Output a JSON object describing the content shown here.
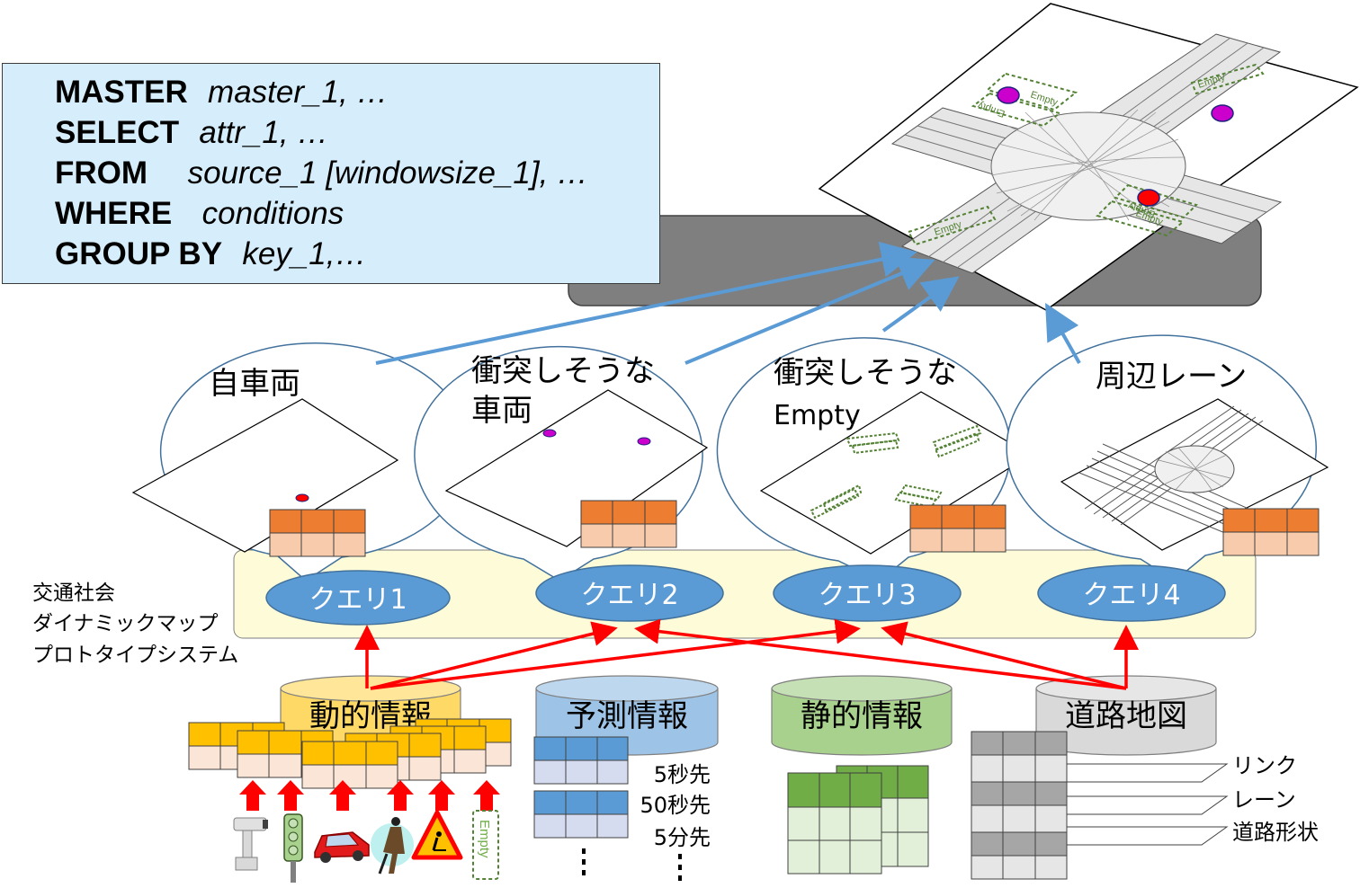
{
  "sql": {
    "lines": [
      {
        "keyword": "MASTER",
        "args": "master_1, …"
      },
      {
        "keyword": "SELECT",
        "args": "attr_1, …"
      },
      {
        "keyword": "FROM",
        "args": "source_1 [windowsize_1], …"
      },
      {
        "keyword": "WHERE",
        "args": "conditions"
      },
      {
        "keyword": "GROUP BY",
        "args": "key_1,…"
      }
    ]
  },
  "map_labels": {
    "empty": "Empty"
  },
  "bubbles": {
    "own_vehicle": "自車両",
    "collision_vehicle_line1": "衝突しそうな",
    "collision_vehicle_line2": "車両",
    "collision_empty_line1": "衝突しそうな",
    "collision_empty_line2": "Empty",
    "surrounding_lanes": "周辺レーン"
  },
  "queries": [
    "クエリ1",
    "クエリ2",
    "クエリ3",
    "クエリ4"
  ],
  "system_label": [
    "交通社会",
    "ダイナミックマップ",
    "プロトタイプシステム"
  ],
  "databases": {
    "dynamic": "動的情報",
    "prediction": "予測情報",
    "static": "静的情報",
    "road_map": "道路地図"
  },
  "prediction_labels": [
    "5秒先",
    "50秒先",
    "5分先"
  ],
  "road_map_labels": [
    "リンク",
    "レーン",
    "道路形状"
  ],
  "sensor_labels": {
    "empty": "Empty"
  },
  "colors": {
    "sql_bg": "#d6eefb",
    "query_fill": "#5b9bd5",
    "system_band": "#fdfbd8",
    "arrow_blue": "#5b9bd5",
    "arrow_red": "#ff0000",
    "dynamic_db": "#ffd966",
    "prediction_db": "#9dc3e6",
    "static_db": "#a9d18e",
    "road_db": "#d9d9d9",
    "table_orange": "#ed7d31",
    "table_gold": "#ffc000",
    "table_blue": "#5b9bd5",
    "table_green": "#70ad47",
    "table_gray": "#a6a6a6",
    "empty_green": "#548235",
    "vehicle_magenta": "#cc00cc",
    "vehicle_red": "#ff0000"
  }
}
